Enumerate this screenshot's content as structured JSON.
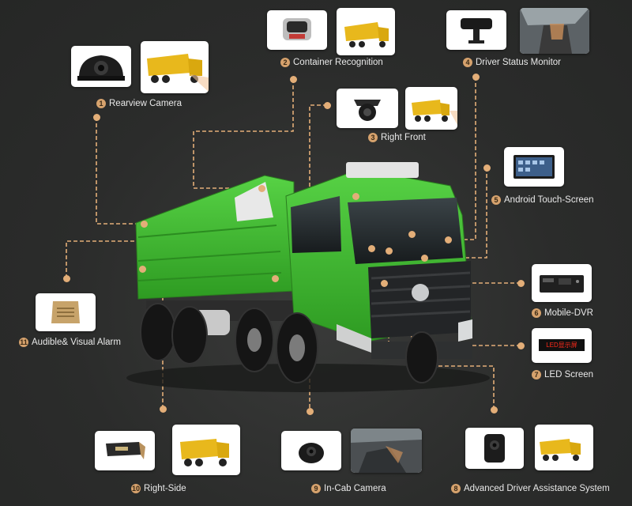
{
  "colors": {
    "connector": "#e3ae78",
    "badge": "#d6a26d",
    "truck_body": "#3fb72f",
    "background": "#2b2c2b"
  },
  "components": [
    {
      "id": "rearview-camera",
      "number": "1",
      "label": "Rearview Camera",
      "icon": "rearview-camera-icon"
    },
    {
      "id": "container-recognition",
      "number": "2",
      "label": "Container Recognition",
      "icon": "container-camera-icon"
    },
    {
      "id": "right-front",
      "number": "3",
      "label": "Right Front",
      "icon": "dome-camera-icon"
    },
    {
      "id": "driver-status-monitor",
      "number": "4",
      "label": "Driver Status Monitor",
      "icon": "driver-monitor-camera-icon"
    },
    {
      "id": "android-touch-screen",
      "number": "5",
      "label": "Android Touch-Screen",
      "icon": "tablet-screen-icon"
    },
    {
      "id": "mobile-dvr",
      "number": "6",
      "label": "Mobile-DVR",
      "icon": "dvr-box-icon"
    },
    {
      "id": "led-screen",
      "number": "7",
      "label": "LED Screen",
      "icon": "led-display-icon",
      "display_text": "LED显示屏"
    },
    {
      "id": "adas",
      "number": "8",
      "label": "Advanced Driver Assistance System",
      "icon": "adas-camera-icon"
    },
    {
      "id": "in-cab-camera",
      "number": "9",
      "label": "In-Cab Camera",
      "icon": "in-cab-camera-icon"
    },
    {
      "id": "right-side",
      "number": "10",
      "label": "Right-Side",
      "icon": "side-camera-icon"
    },
    {
      "id": "audible-visual-alarm",
      "number": "11",
      "label": "Audible& Visual Alarm",
      "icon": "alarm-speaker-icon"
    }
  ]
}
